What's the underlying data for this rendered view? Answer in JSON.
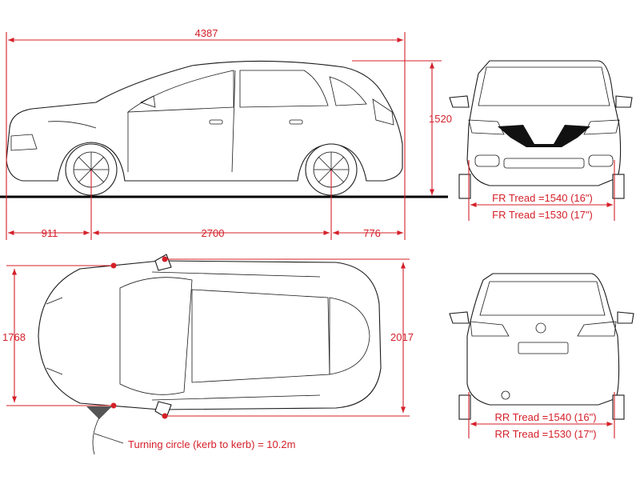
{
  "colors": {
    "dimension": "#d4202a",
    "outline": "#1a1a1a",
    "background": "#ffffff"
  },
  "dimensions": {
    "overall_length": "4387",
    "height": "1520",
    "front_overhang": "911",
    "wheelbase": "2700",
    "rear_overhang": "776",
    "width_body": "1768",
    "width_mirrors": "2017"
  },
  "front_view": {
    "tread_16": "FR Tread =1540 (16\")",
    "tread_17": "FR Tread =1530 (17\")"
  },
  "rear_view": {
    "tread_16": "RR Tread =1540 (16\")",
    "tread_17": "RR Tread =1530 (17\")"
  },
  "turning_circle": "Turning circle (kerb to kerb) = 10.2m"
}
